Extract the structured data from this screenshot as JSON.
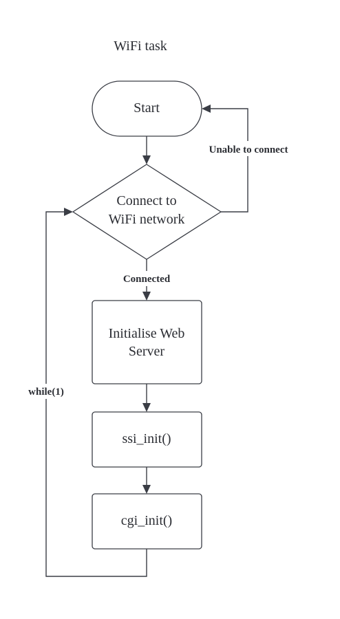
{
  "title": "WiFi task",
  "nodes": {
    "start": "Start",
    "connect_line1": "Connect to",
    "connect_line2": "WiFi network",
    "init_web_line1": "Initialise Web",
    "init_web_line2": "Server",
    "ssi_init": "ssi_init()",
    "cgi_init": "cgi_init()"
  },
  "edges": {
    "unable": "Unable to connect",
    "connected": "Connected",
    "loop": "while(1)"
  },
  "colors": {
    "stroke": "#3a3d45",
    "text": "#2b2d33",
    "background": "#ffffff"
  }
}
